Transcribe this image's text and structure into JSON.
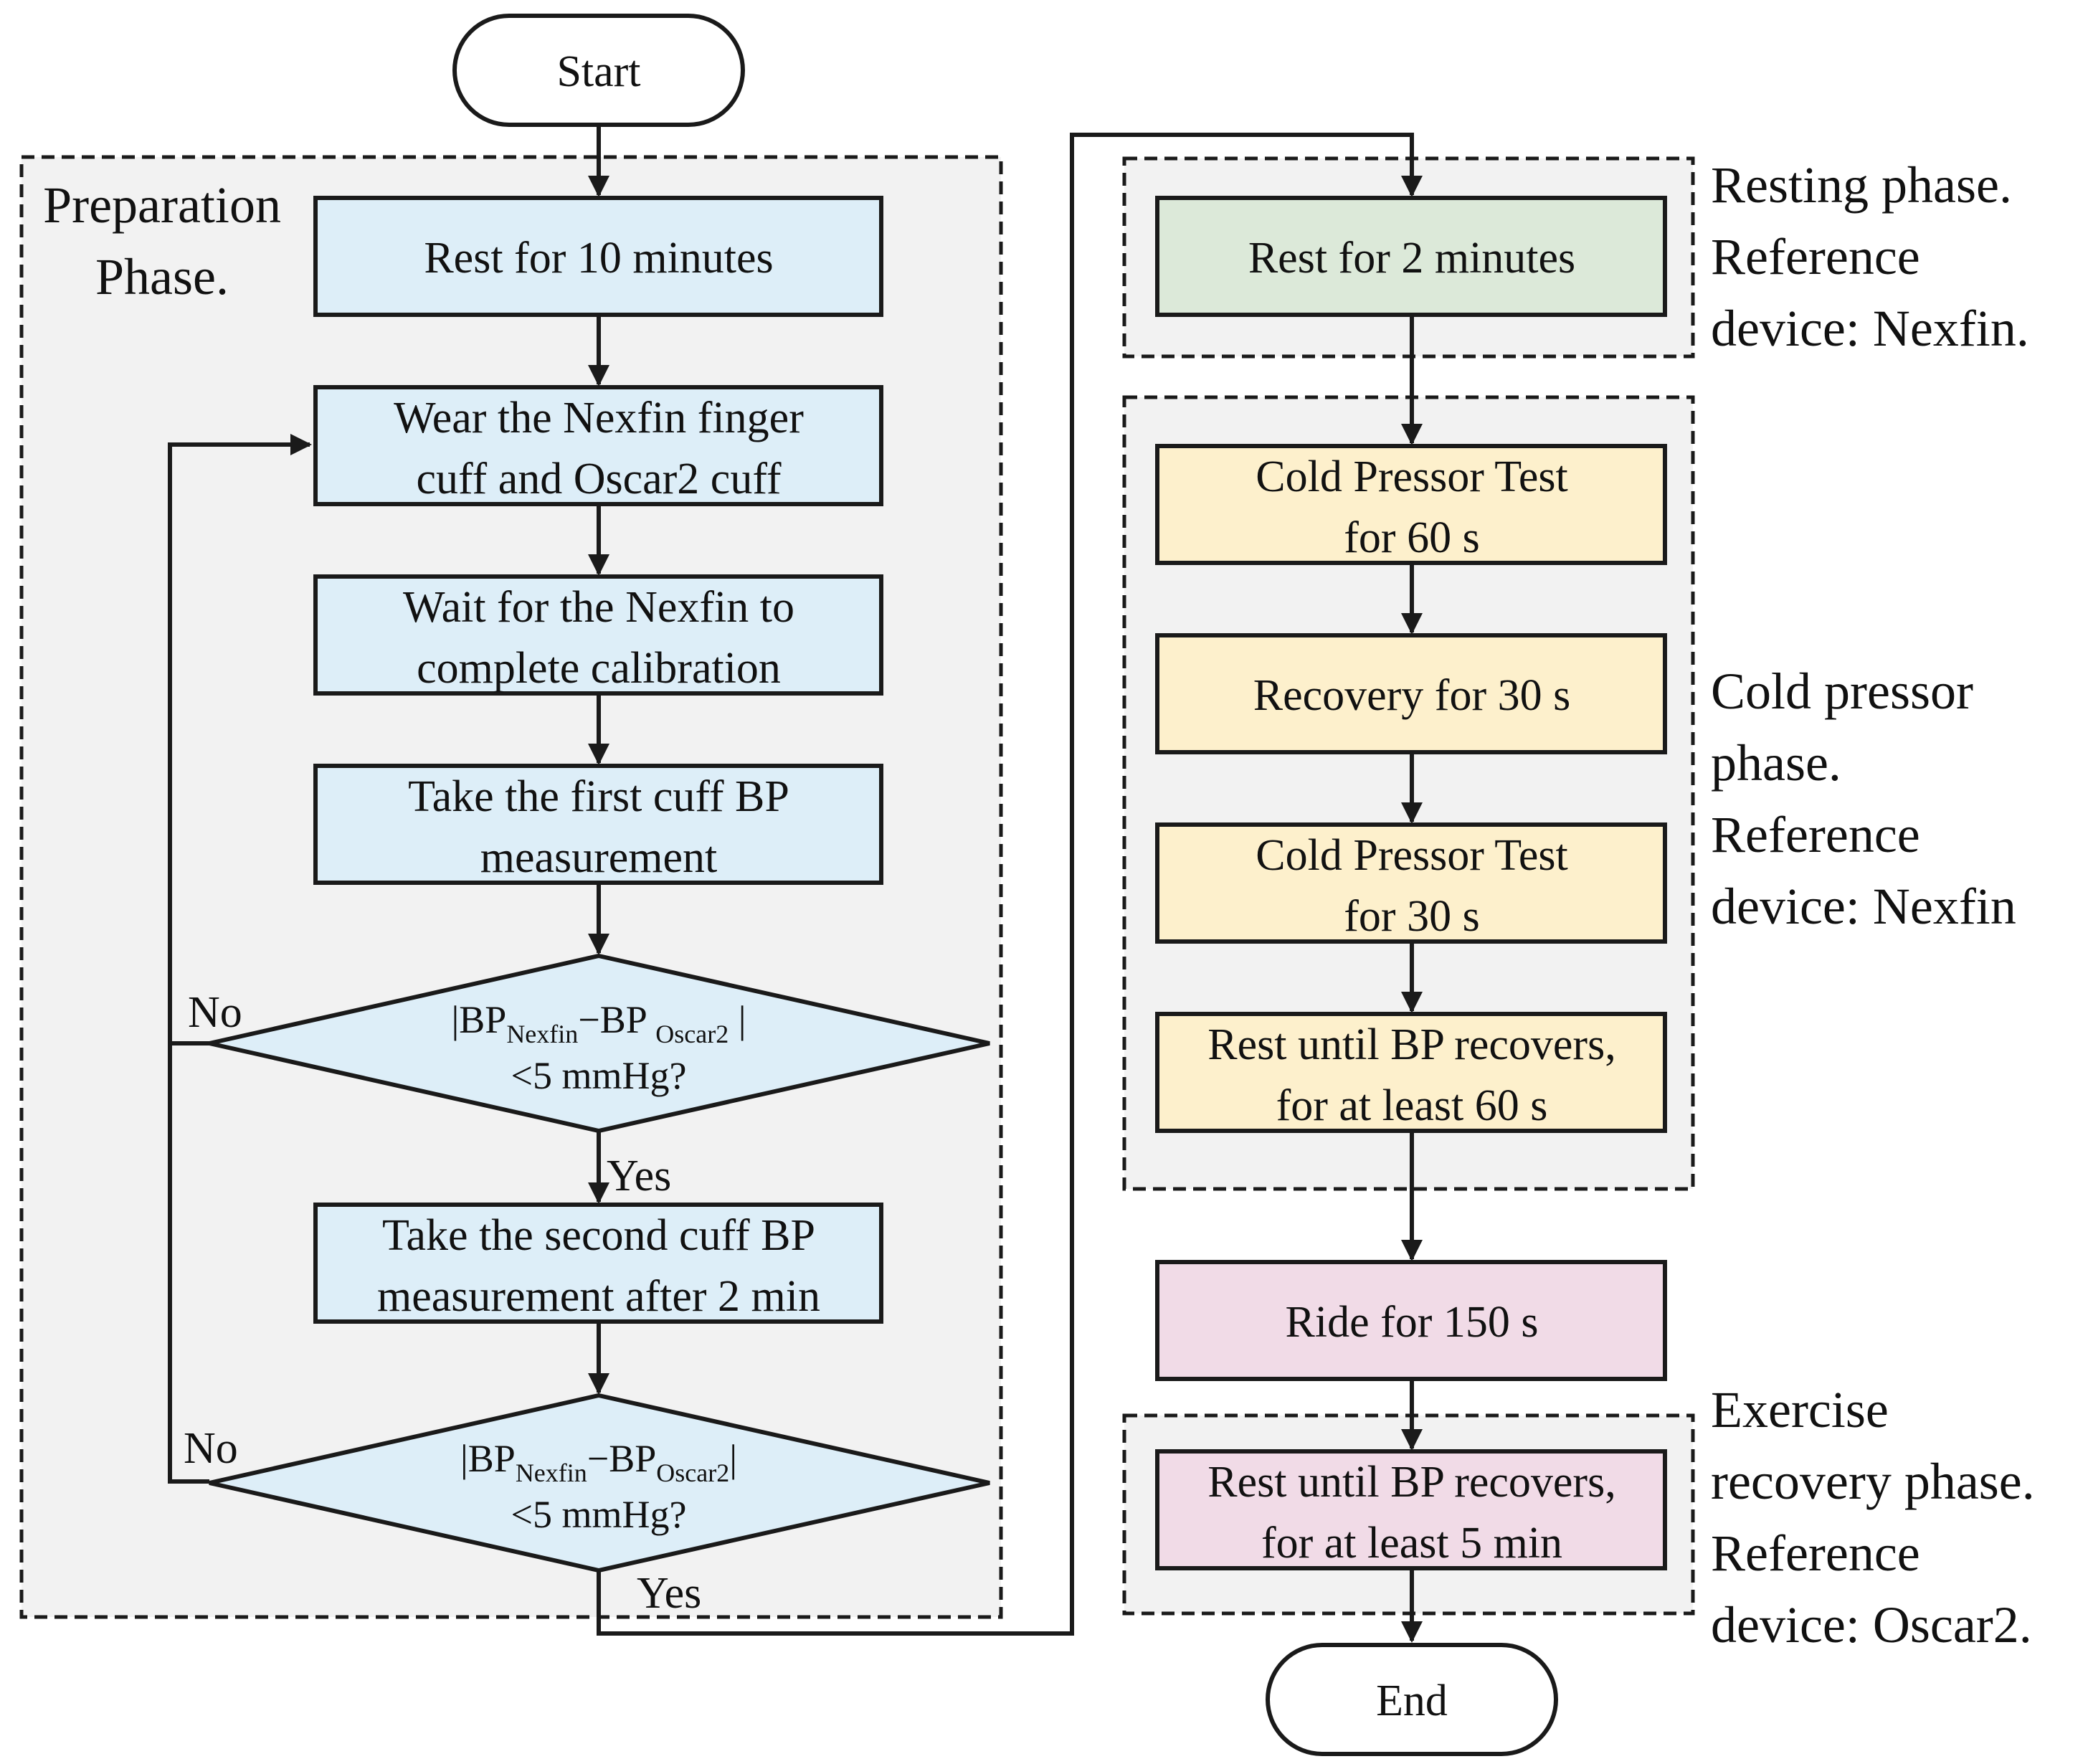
{
  "colors": {
    "prep_fill": "#ddeef8",
    "rest_fill": "#dce9d9",
    "cold_fill": "#fdf0cc",
    "ride_fill": "#f1dbe7",
    "group_fill": "#f2f2f2",
    "stroke": "#1a1a1a"
  },
  "nodes": {
    "start": "Start",
    "end": "End",
    "prep": {
      "rest10": "Rest for 10 minutes",
      "wear_l1": "Wear the Nexfin finger",
      "wear_l2": "cuff and Oscar2 cuff",
      "wait_l1": "Wait for the Nexfin to",
      "wait_l2": "complete calibration",
      "first_l1": "Take the first cuff BP",
      "first_l2": "measurement",
      "second_l1": "Take the second cuff BP",
      "second_l2": "measurement after 2 min"
    },
    "decision1": {
      "bar_open": "|BP",
      "sub1": "Nexfin",
      "minus_bp": "−BP ",
      "sub2": "Oscar2",
      "bar_close": " |",
      "line2": "<5 mmHg?"
    },
    "decision2": {
      "bar_open": "|BP",
      "sub1": "Nexfin",
      "minus_bp": "−BP",
      "sub2": "Oscar2",
      "bar_close": "|",
      "line2": "<5 mmHg?"
    },
    "rest2": "Rest for 2 minutes",
    "cpt60_l1": "Cold Pressor Test",
    "cpt60_l2": "for 60 s",
    "recovery30": "Recovery for 30 s",
    "cpt30_l1": "Cold Pressor Test",
    "cpt30_l2": "for 30 s",
    "restbp_l1": "Rest until BP recovers,",
    "restbp_l2": "for at least 60 s",
    "ride": "Ride for 150 s",
    "restex_l1": "Rest until BP recovers,",
    "restex_l2": "for at least 5 min"
  },
  "edge_labels": {
    "no1": "No",
    "yes1": "Yes",
    "no2": "No",
    "yes2": "Yes"
  },
  "groups": {
    "preparation": {
      "l1": "Preparation",
      "l2": "Phase."
    },
    "resting": {
      "l1": "Resting phase.",
      "l2": "Reference",
      "l3": "device: Nexfin."
    },
    "cold": {
      "l1": "Cold pressor",
      "l2": "phase.",
      "l3": "Reference",
      "l4": "device: Nexfin"
    },
    "exercise": {
      "l1": "Exercise",
      "l2": "recovery phase.",
      "l3": "Reference",
      "l4": "device: Oscar2."
    }
  }
}
